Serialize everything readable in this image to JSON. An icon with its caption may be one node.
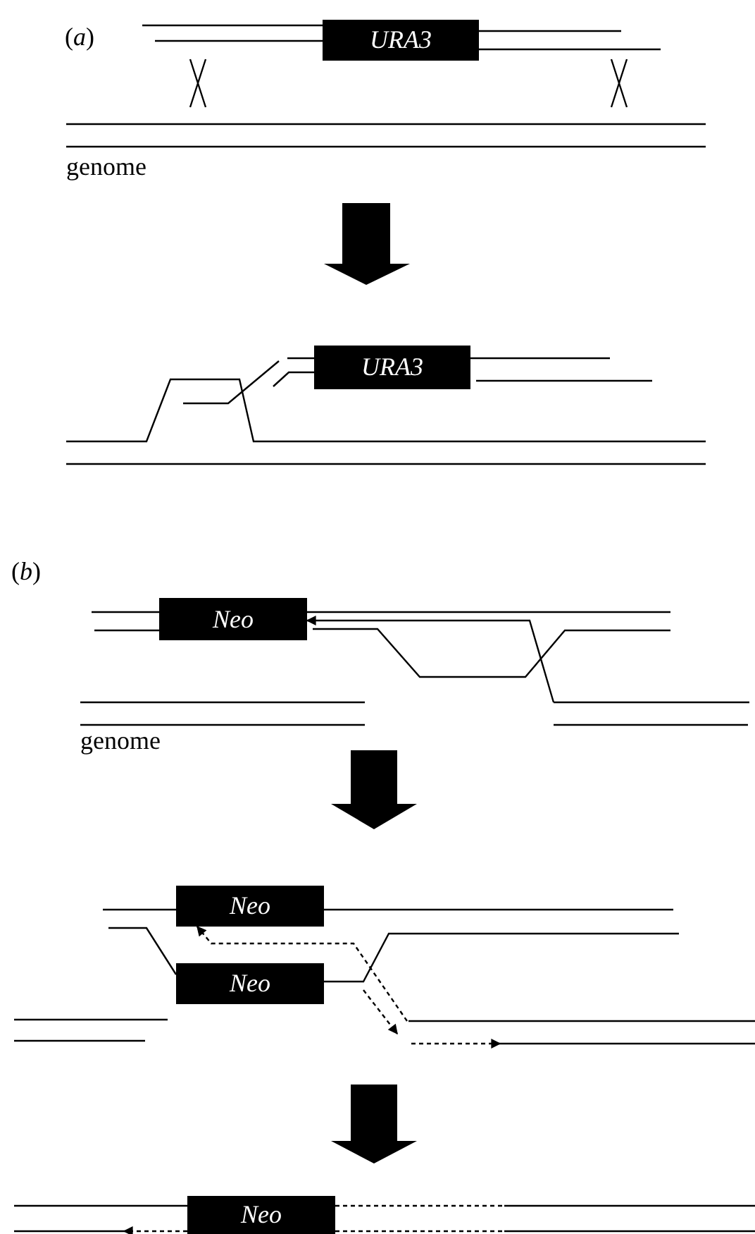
{
  "diagram": {
    "nodes": [
      {
        "text": [
          "URA3"
        ]
      },
      {
        "text": [
          "URA3"
        ]
      },
      {
        "text": [
          "Neo"
        ]
      },
      {
        "text": [
          "Neo"
        ]
      },
      {
        "text": [
          "Neo"
        ]
      },
      {
        "text": [
          "Neo"
        ]
      }
    ],
    "edges": [
      {
        "from": null,
        "to": 2,
        "arrow": "to"
      },
      {
        "from": null,
        "to": 3,
        "arrow": "to",
        "style": "dashed"
      }
    ],
    "labels": [
      "(*a*)",
      "genome",
      "(*b*)",
      "genome"
    ]
  }
}
